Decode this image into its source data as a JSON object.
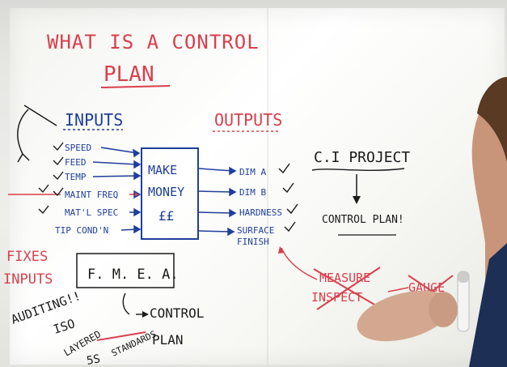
{
  "board": {
    "title_line1": "WHAT IS A CONTROL",
    "title_line2": "PLAN",
    "inputs_heading": "INPUTS",
    "outputs_heading": "OUTPUTS",
    "inputs": [
      "SPEED",
      "FEED",
      "TEMP",
      "MAINT FREQ",
      "MAT'L SPEC",
      "TIP COND'N"
    ],
    "box_lines": [
      "MAKE",
      "MONEY",
      "££"
    ],
    "outputs": [
      "DIM A",
      "DIM B",
      "HARDNESS",
      "SURFACE",
      "FINISH"
    ],
    "ci_project": "C.I PROJECT",
    "control_plan": "CONTROL PLAN!",
    "fixes": "FIXES",
    "inputs_left": "INPUTS",
    "auditing": "AUDITING!!",
    "fmea": "F. M. E. A.",
    "iso": "ISO",
    "layered": "LAYERED",
    "ss": "5S",
    "standards": "STANDARDS",
    "control_label": "CONTROL",
    "plan_label": "PLAN",
    "measure": "MEASURE",
    "inspect": "INSPECT",
    "gauge": "GAUGE"
  },
  "colors": {
    "red_marker": "#d8404c",
    "blue_marker": "#1f3f9c",
    "black_marker": "#1a1a1a"
  }
}
